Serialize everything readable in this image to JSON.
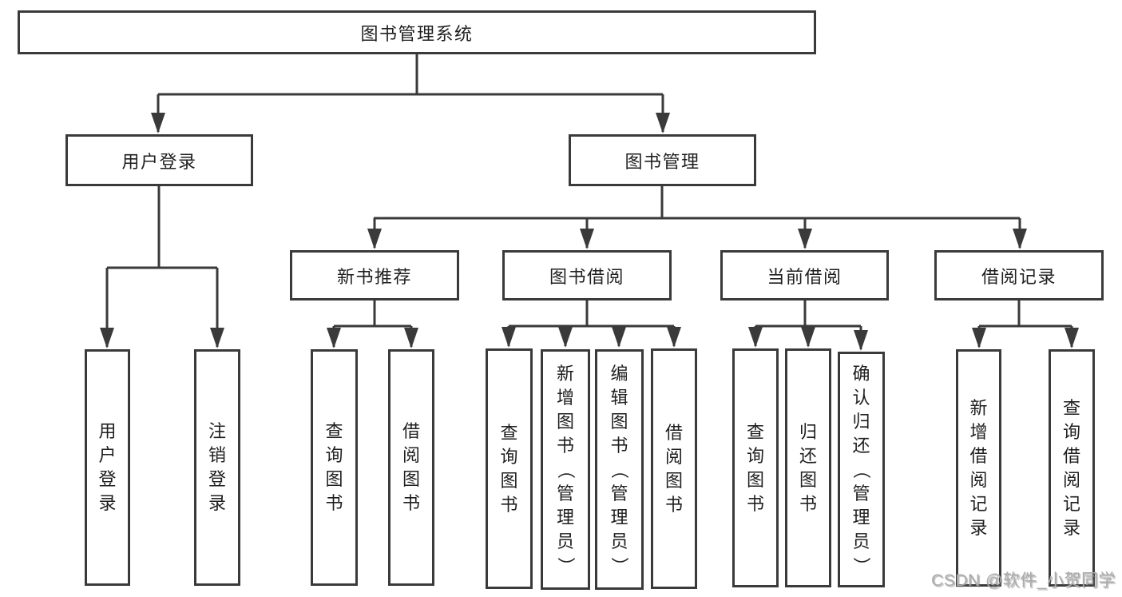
{
  "colors": {
    "line": "#3a3a3a",
    "box_border": "#3a3a3a",
    "text": "#1f1f1f",
    "watermark": "#aaaaaa",
    "background": "#ffffff"
  },
  "watermark": "CSDN @软件_小贺同学",
  "diagram": {
    "tree": {
      "id": "root",
      "label": "图书管理系统",
      "children": [
        {
          "id": "user-login",
          "label": "用户登录",
          "children": [
            {
              "id": "login",
              "label": "用户登录",
              "vertical": true
            },
            {
              "id": "logout",
              "label": "注销登录",
              "vertical": true
            }
          ]
        },
        {
          "id": "book-mgmt",
          "label": "图书管理",
          "children": [
            {
              "id": "new-book-rec",
              "label": "新书推荐",
              "children": [
                {
                  "id": "nbr-query",
                  "label": "查询图书",
                  "vertical": true
                },
                {
                  "id": "nbr-borrow",
                  "label": "借阅图书",
                  "vertical": true
                }
              ]
            },
            {
              "id": "book-borrow",
              "label": "图书借阅",
              "children": [
                {
                  "id": "bb-query",
                  "label": "查询图书",
                  "vertical": true
                },
                {
                  "id": "bb-add",
                  "label": "新增图书（管理员）",
                  "vertical": true
                },
                {
                  "id": "bb-edit",
                  "label": "编辑图书（管理员）",
                  "vertical": true
                },
                {
                  "id": "bb-borrow",
                  "label": "借阅图书",
                  "vertical": true
                }
              ]
            },
            {
              "id": "current-borrow",
              "label": "当前借阅",
              "children": [
                {
                  "id": "cb-query",
                  "label": "查询图书",
                  "vertical": true
                },
                {
                  "id": "cb-return",
                  "label": "归还图书",
                  "vertical": true
                },
                {
                  "id": "cb-confirm",
                  "label": "确认归还（管理员）",
                  "vertical": true
                }
              ]
            },
            {
              "id": "borrow-record",
              "label": "借阅记录",
              "children": [
                {
                  "id": "br-add",
                  "label": "新增借阅记录",
                  "vertical": true
                },
                {
                  "id": "br-query",
                  "label": "查询借阅记录",
                  "vertical": true
                }
              ]
            }
          ]
        }
      ]
    }
  }
}
